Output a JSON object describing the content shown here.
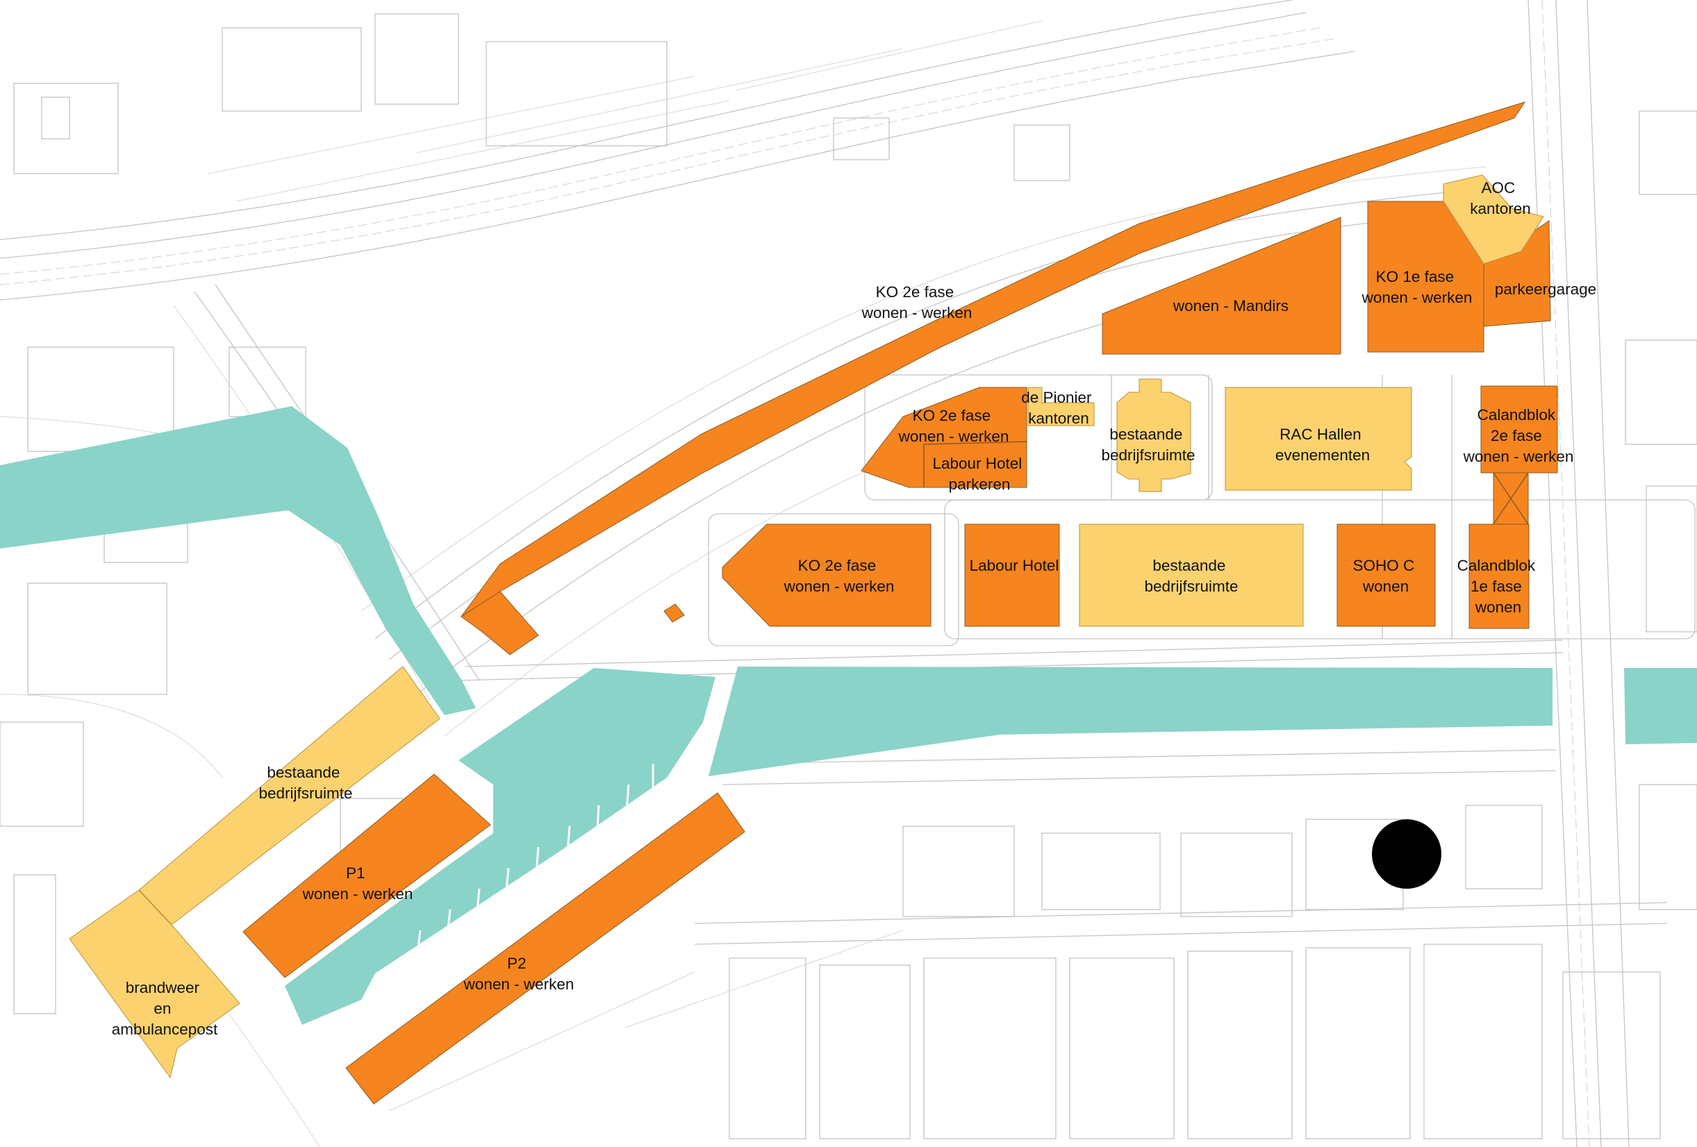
{
  "colors": {
    "new_development": "#F6841F",
    "existing_building": "#FCD26F",
    "water": "#8AD3C9",
    "basemap_lines": "#C4C4C4",
    "background": "#FFFFFF"
  },
  "labels": {
    "ko2_strip": [
      "KO 2e fase",
      "wonen - werken"
    ],
    "mandirs": [
      "wonen - Mandirs"
    ],
    "ko1": [
      "KO 1e fase",
      "wonen - werken"
    ],
    "aoc": [
      "AOC",
      "kantoren"
    ],
    "parkeergarage": [
      "parkeergarage"
    ],
    "ko2_mid": [
      "KO 2e fase",
      "wonen - werken"
    ],
    "labour_parkeren": [
      "Labour Hotel",
      "parkeren"
    ],
    "pionier": [
      "de Pionier",
      "kantoren"
    ],
    "bestaande_small": [
      "bestaande",
      "bedrijfsruimte"
    ],
    "rac": [
      "RAC Hallen",
      "evenementen"
    ],
    "calandblok2": [
      "Calandblok",
      "2e fase",
      "wonen - werken"
    ],
    "ko2_low": [
      "KO 2e fase",
      "wonen - werken"
    ],
    "labour_hotel": [
      "Labour Hotel"
    ],
    "bestaande_center": [
      "bestaande",
      "bedrijfsruimte"
    ],
    "soho": [
      "SOHO C",
      "wonen"
    ],
    "calandblok1": [
      "Calandblok",
      "1e fase",
      "wonen"
    ],
    "bestaande_west": [
      "bestaande",
      "bedrijfsruimte"
    ],
    "p1": [
      "P1",
      "wonen - werken"
    ],
    "p2": [
      "P2",
      "wonen - werken"
    ],
    "brandweer": [
      "brandweer",
      "en",
      "ambulancepost"
    ]
  }
}
